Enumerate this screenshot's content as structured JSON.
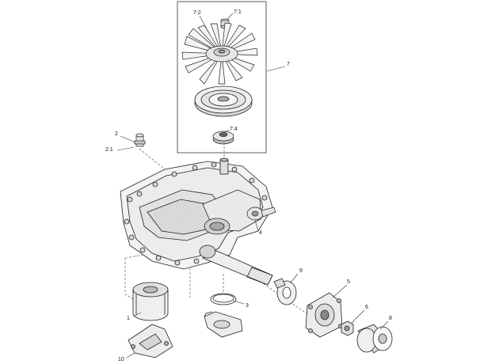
{
  "diagram": {
    "callouts": {
      "c7_2": "7:2",
      "c7_1": "7:1",
      "c7": "7",
      "c7_4": "7:4",
      "c2": "2",
      "c2_1": "2:1",
      "c4": "4",
      "c9": "9",
      "c5": "5",
      "c3": "3",
      "c1": "1",
      "c6": "6",
      "c8": "8",
      "c10": "10"
    }
  }
}
